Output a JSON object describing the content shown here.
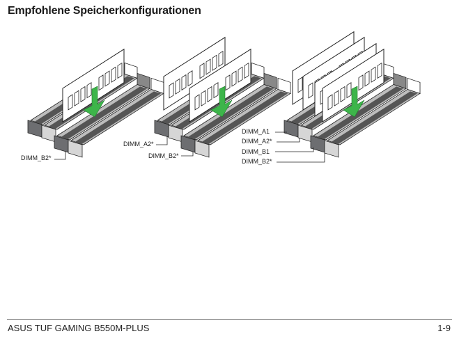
{
  "title": "Empfohlene Speicherkonfigurationen",
  "diagrams": [
    {
      "labels": [
        "DIMM_B2*"
      ]
    },
    {
      "labels": [
        "DIMM_A2*",
        "DIMM_B2*"
      ]
    },
    {
      "labels": [
        "DIMM_A1",
        "DIMM_A2*",
        "DIMM_B1",
        "DIMM_B2*"
      ]
    }
  ],
  "footer": {
    "product": "ASUS TUF GAMING B550M-PLUS",
    "page": "1-9"
  },
  "colors": {
    "arrow": "#3db54a",
    "slot_dark": "#6d6e71",
    "slot_light": "#d6d6d6"
  }
}
